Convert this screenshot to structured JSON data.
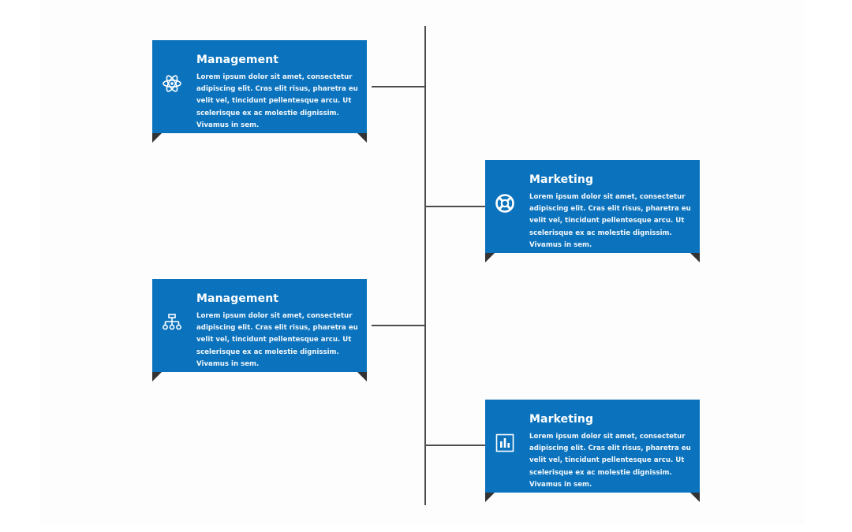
{
  "cards": [
    {
      "title": "Management",
      "body": "Lorem ipsum dolor sit amet, consectetur adipiscing elit. Cras elit risus, pharetra eu velit vel, tincidunt pellentesque arcu. Ut scelerisque ex ac molestie dignissim. Vivamus in sem.",
      "icon": "atom-icon"
    },
    {
      "title": "Marketing",
      "body": "Lorem ipsum dolor sit amet, consectetur adipiscing elit. Cras elit risus, pharetra eu velit vel, tincidunt pellentesque arcu. Ut scelerisque ex ac molestie dignissim. Vivamus in sem.",
      "icon": "lifebuoy-icon"
    },
    {
      "title": "Management",
      "body": "Lorem ipsum dolor sit amet, consectetur adipiscing elit. Cras elit risus, pharetra eu velit vel, tincidunt pellentesque arcu. Ut scelerisque ex ac molestie dignissim. Vivamus in sem.",
      "icon": "hierarchy-icon"
    },
    {
      "title": "Marketing",
      "body": "Lorem ipsum dolor sit amet, consectetur adipiscing elit. Cras elit risus, pharetra eu velit vel, tincidunt pellentesque arcu. Ut scelerisque ex ac molestie dignissim. Vivamus in sem.",
      "icon": "bar-chart-icon"
    }
  ],
  "colors": {
    "card": "#0b73bd",
    "line": "#4d4d4d",
    "fold": "#333333"
  }
}
